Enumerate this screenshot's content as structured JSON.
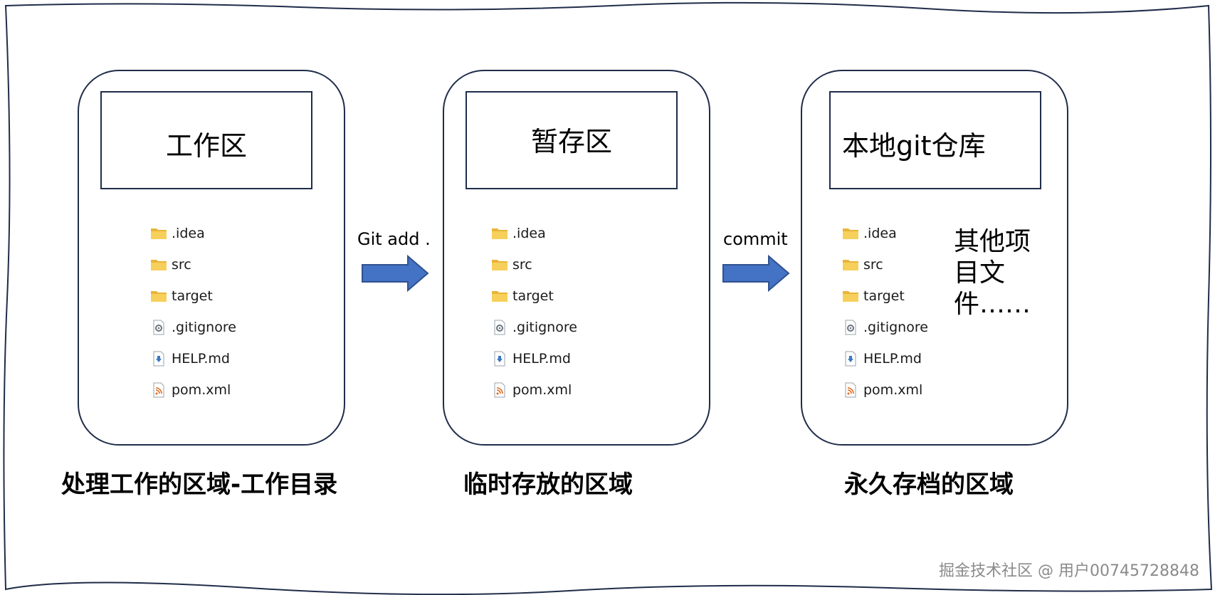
{
  "colors": {
    "outline": "#1f2d4a",
    "arrow": "#4472c4",
    "folder": "#f4c542"
  },
  "panels": [
    {
      "title": "工作区",
      "caption": "处理工作的区域-工作目录"
    },
    {
      "title": "暂存区",
      "caption": "临时存放的区域"
    },
    {
      "title": "本地git仓库",
      "caption": "永久存档的区域"
    }
  ],
  "files": [
    {
      "name": ".idea",
      "icon": "folder-icon"
    },
    {
      "name": "src",
      "icon": "folder-icon"
    },
    {
      "name": "target",
      "icon": "folder-icon"
    },
    {
      "name": ".gitignore",
      "icon": "gear-file-icon"
    },
    {
      "name": "HELP.md",
      "icon": "download-file-icon"
    },
    {
      "name": "pom.xml",
      "icon": "rss-file-icon"
    }
  ],
  "arrows": [
    {
      "label": "Git add ."
    },
    {
      "label": "commit"
    }
  ],
  "extra_note": "其他项目文件……",
  "watermark": "掘金技术社区 @ 用户00745728848"
}
